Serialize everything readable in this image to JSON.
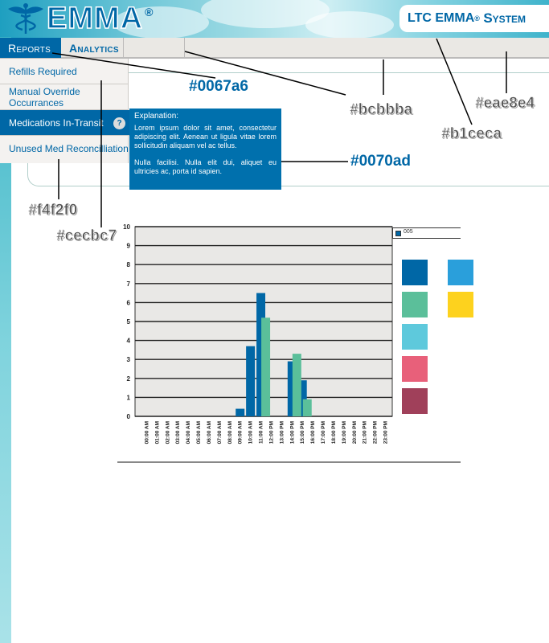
{
  "header": {
    "logo_text": "EMMA",
    "logo_reg": "®",
    "system_prefix": "LTC EMMA",
    "system_reg": "®",
    "system_suffix": "System"
  },
  "nav": {
    "tabs": [
      {
        "label": "Reports",
        "active": true
      },
      {
        "label": "Analytics",
        "active": false
      }
    ]
  },
  "menu": {
    "items": [
      {
        "label": "Refills Required"
      },
      {
        "label": "Manual Override Occurrances"
      },
      {
        "label": "Medications In-Transit",
        "active": true,
        "help": "?"
      },
      {
        "label": "Unused Med Reconcilliation"
      }
    ]
  },
  "tooltip": {
    "title": "Explanation:",
    "body1": "Lorem ipsum dolor sit amet, consectetur adipiscing elit. Aenean ut ligula vitae lorem sollicitudin aliquam vel ac tellus.",
    "body2": "Nulla facilisi. Nulla elit dui, aliquet eu ultricies ac, porta id sapien."
  },
  "annotations": [
    {
      "text": "#0067a6",
      "style": "blue"
    },
    {
      "text": "#bcbbba",
      "style": "grey"
    },
    {
      "text": "#eae8e4",
      "style": "grey"
    },
    {
      "text": "#b1ceca",
      "style": "grey"
    },
    {
      "text": "#0070ad",
      "style": "blue"
    },
    {
      "text": "#f4f2f0",
      "style": "grey"
    },
    {
      "text": "#cecbc7",
      "style": "grey"
    }
  ],
  "colors": {
    "primary": "#0067a6",
    "tooltip": "#0070ad",
    "nav_bg": "#eae8e4",
    "nav_border": "#bcbbba",
    "frame": "#b1ceca",
    "menu_bg": "#f4f2f0",
    "menu_border": "#cecbc7"
  },
  "palette": [
    "#0067a6",
    "#2a9fdb",
    "#5bbf9a",
    "#fdd21e",
    "#5ec9dc",
    "#e8607a",
    "#a0405a"
  ],
  "legend": {
    "label": "005"
  },
  "chart_data": {
    "type": "bar",
    "ylim": [
      0,
      10
    ],
    "yticks": [
      "0",
      "1",
      "2",
      "3",
      "4",
      "5",
      "6",
      "7",
      "8",
      "9",
      "10"
    ],
    "categories": [
      "00:00 AM",
      "01:00 AM",
      "02:00 AM",
      "03:00 AM",
      "04:00 AM",
      "05:00 AM",
      "06:00 AM",
      "07:00 AM",
      "08:00 AM",
      "09:00 AM",
      "10:00 AM",
      "11:00 AM",
      "12:00 PM",
      "13:00 PM",
      "14:00 PM",
      "15:00 PM",
      "16:00 PM",
      "17:00 PM",
      "18:00 PM",
      "19:00 PM",
      "20:00 PM",
      "21:00 PM",
      "22:00 PM",
      "23:00 PM"
    ],
    "series": [
      {
        "name": "005",
        "color": "#0067a6",
        "values": [
          0,
          0,
          0,
          0,
          0,
          0,
          0,
          0,
          0,
          0.4,
          3.7,
          6.5,
          0,
          0,
          2.9,
          1.9,
          0,
          0,
          0,
          0,
          0,
          0,
          0,
          0
        ]
      },
      {
        "color": "#5bbf9a",
        "values": [
          0,
          0,
          0,
          0,
          0,
          0,
          0,
          0,
          0,
          0,
          0,
          5.2,
          0,
          0,
          3.3,
          0.9,
          0,
          0,
          0,
          0,
          0,
          0,
          0,
          0
        ]
      }
    ],
    "grid": true,
    "legend_position": "top-right"
  }
}
